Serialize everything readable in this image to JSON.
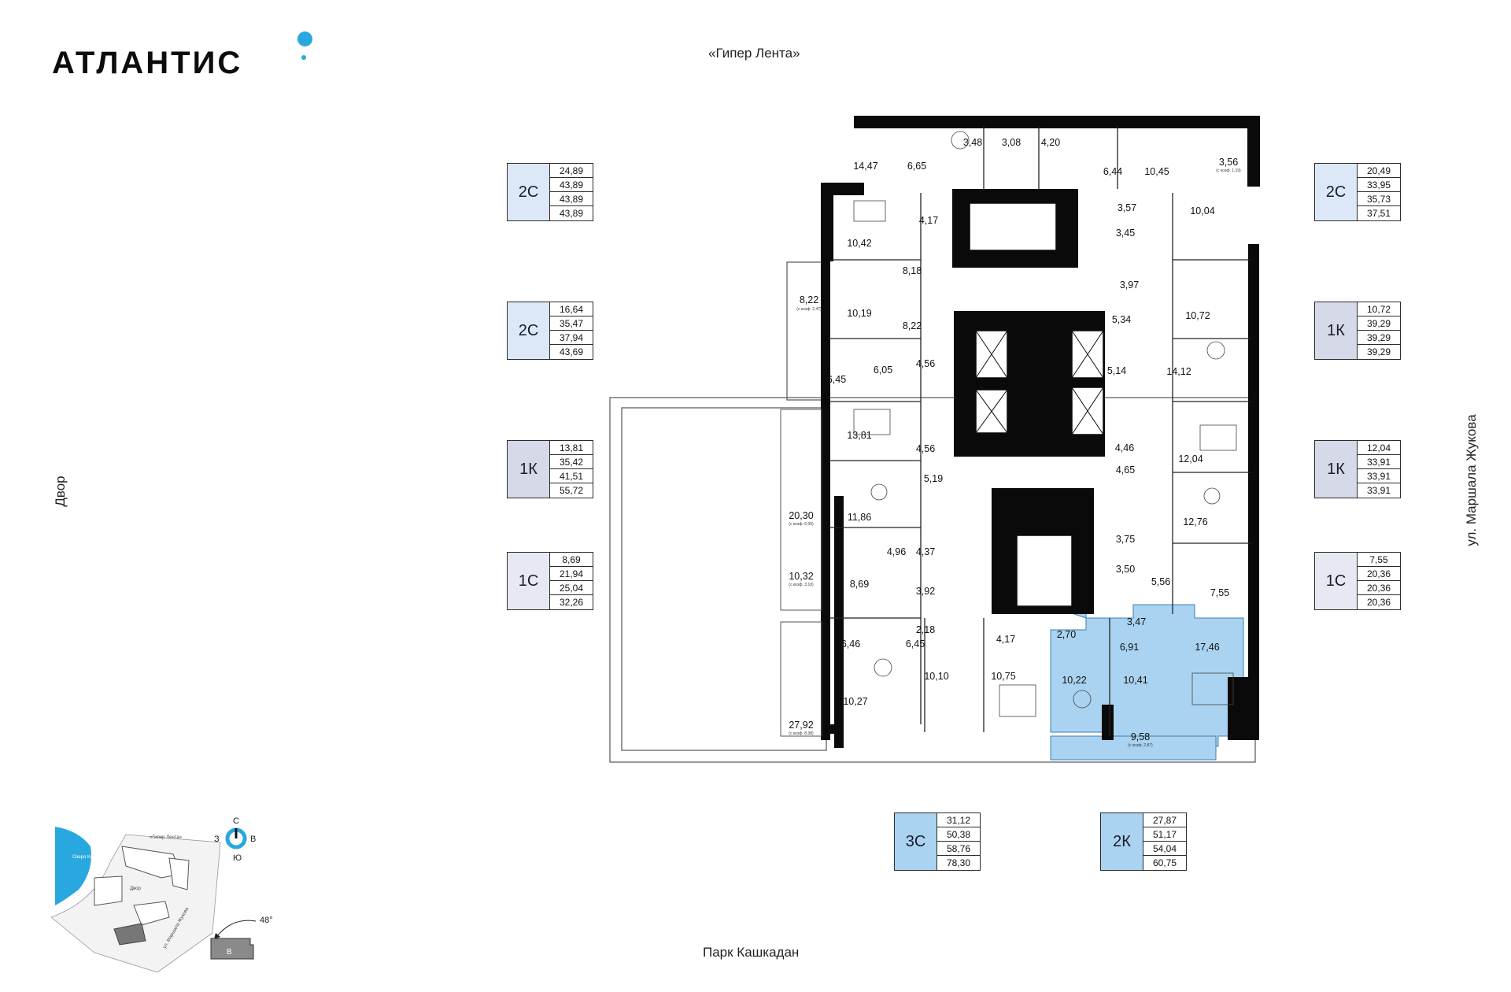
{
  "brand": {
    "name": "АТЛАНТИС"
  },
  "streets": {
    "top": "«Гипер Лента»",
    "bottom": "Парк Кашкадан",
    "left": "Двор",
    "right": "ул. Маршала Жукова"
  },
  "apartments_left": [
    {
      "type": "2С",
      "areas": [
        "24,89",
        "43,89",
        "43,89",
        "43,89"
      ],
      "color": "#dce8f7"
    },
    {
      "type": "2С",
      "areas": [
        "16,64",
        "35,47",
        "37,94",
        "43,69"
      ],
      "color": "#dce8f7"
    },
    {
      "type": "1К",
      "areas": [
        "13,81",
        "35,42",
        "41,51",
        "55,72"
      ],
      "color": "#d6d9e8"
    },
    {
      "type": "1С",
      "areas": [
        "8,69",
        "21,94",
        "25,04",
        "32,26"
      ],
      "color": "#e6e9f2"
    }
  ],
  "apartments_right": [
    {
      "type": "2С",
      "areas": [
        "20,49",
        "33,95",
        "35,73",
        "37,51"
      ],
      "color": "#dce8f7"
    },
    {
      "type": "1К",
      "areas": [
        "10,72",
        "39,29",
        "39,29",
        "39,29"
      ],
      "color": "#d6d9e8"
    },
    {
      "type": "1К",
      "areas": [
        "12,04",
        "33,91",
        "33,91",
        "33,91"
      ],
      "color": "#d6d9e8"
    },
    {
      "type": "1С",
      "areas": [
        "7,55",
        "20,36",
        "20,36",
        "20,36"
      ],
      "color": "#e6e9f2"
    }
  ],
  "apartments_bottom": [
    {
      "type": "3С",
      "areas": [
        "31,12",
        "50,38",
        "58,76",
        "78,30"
      ],
      "color": "#a9d3f0"
    },
    {
      "type": "2К",
      "areas": [
        "27,87",
        "51,17",
        "54,04",
        "60,75"
      ],
      "color": "#a9d3f0"
    }
  ],
  "rooms": [
    "14,47",
    "6,65",
    "3,48",
    "3,08",
    "4,20",
    "6,44",
    "10,45",
    "3,56",
    "4,17",
    "10,42",
    "8,18",
    "3,57",
    "10,04",
    "3,45",
    "8,22",
    "10,19",
    "8,22",
    "3,97",
    "5,34",
    "10,72",
    "6,05",
    "4,56",
    "6,45",
    "5,14",
    "14,12",
    "13,81",
    "4,56",
    "4,46",
    "12,04",
    "5,19",
    "4,65",
    "20,30",
    "11,86",
    "12,76",
    "3,75",
    "4,96",
    "4,37",
    "10,32",
    "8,69",
    "3,92",
    "3,50",
    "5,56",
    "7,55",
    "2,18",
    "3,47",
    "6,46",
    "6,45",
    "4,17",
    "2,70",
    "6,91",
    "17,46",
    "10,10",
    "10,75",
    "10,22",
    "10,41",
    "10,27",
    "27,92",
    "9,58"
  ],
  "room_notes": {
    "r356": "(с коэф. 1,19)",
    "r822": "(с коэф. 2,47)",
    "r2030": "(с коэф. 6,09)",
    "r1032": "(с коэф. 3,10)",
    "r2792": "(с коэф. 8,38)",
    "r958": "(с коэф. 2,87)"
  },
  "minimap": {
    "lake": "Озеро Кашкадан",
    "street_top": "«Гипер Лента»",
    "street_right": "ул. Маршала Жукова",
    "yard": "Двор",
    "section": "В",
    "angle": "48°",
    "compass": {
      "n": "С",
      "s": "Ю",
      "w": "З",
      "e": "В"
    }
  },
  "colors": {
    "highlight": "#a9d3f0",
    "wall": "#0a0a0a",
    "accent": "#29a8e0"
  }
}
